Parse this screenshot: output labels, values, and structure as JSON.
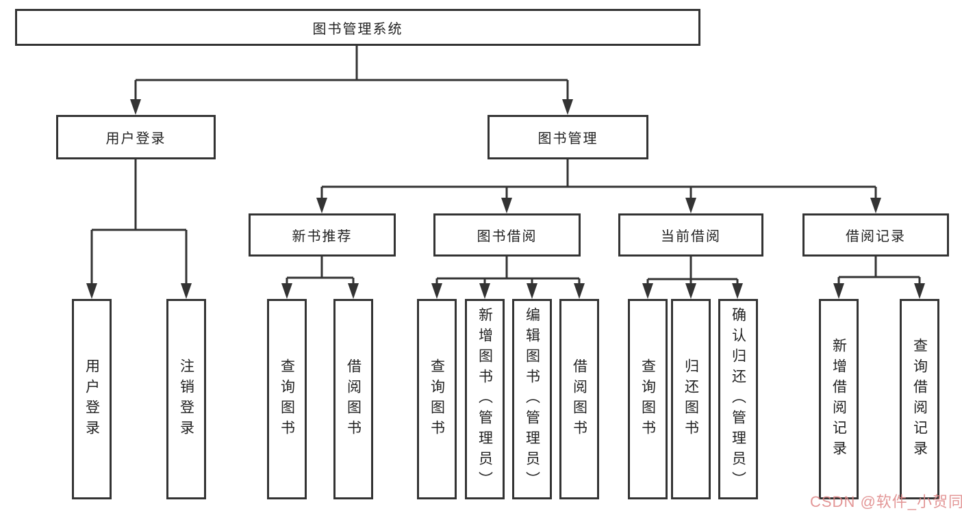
{
  "diagram_title": "图书管理系统",
  "colors": {
    "line": "#333333",
    "box_border": "#333333",
    "box_background": "#ffffff",
    "text": "#222222",
    "watermark": "#de8484",
    "page_background": "#ffffff"
  },
  "tree": {
    "root": {
      "label": "图书管理系统"
    },
    "children": [
      {
        "label": "用户登录",
        "children": [
          "用户登录",
          "注销登录"
        ]
      },
      {
        "label": "图书管理",
        "children": [
          {
            "label": "新书推荐",
            "children": [
              "查询图书",
              "借阅图书"
            ]
          },
          {
            "label": "图书借阅",
            "children": [
              "查询图书",
              "新增图书（管理员）",
              "编辑图书（管理员）",
              "借阅图书"
            ]
          },
          {
            "label": "当前借阅",
            "children": [
              "查询图书",
              "归还图书",
              "确认归还（管理员）"
            ]
          },
          {
            "label": "借阅记录",
            "children": [
              "新增借阅记录",
              "查询借阅记录"
            ]
          }
        ]
      }
    ]
  },
  "watermark": {
    "text": "CSDN @软件_小贺同学"
  }
}
